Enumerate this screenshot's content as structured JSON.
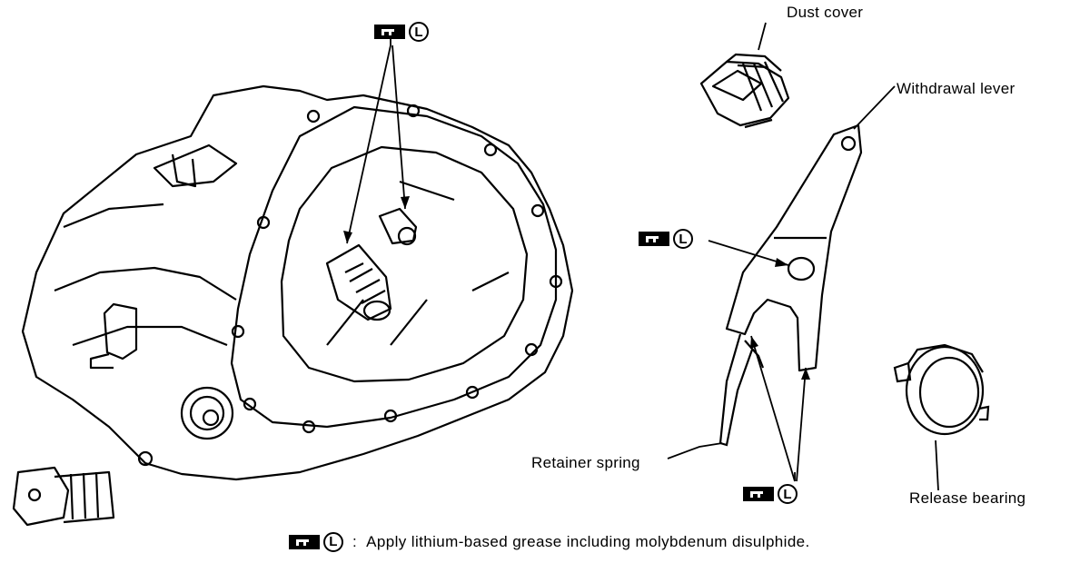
{
  "labels": {
    "dust_cover": "Dust cover",
    "withdrawal_lever": "Withdrawal lever",
    "retainer_spring": "Retainer spring",
    "release_bearing": "Release bearing"
  },
  "grease_symbol": {
    "letter": "L"
  },
  "footnote": {
    "separator": ":",
    "text": "Apply lithium-based grease including molybdenum disulphide."
  }
}
